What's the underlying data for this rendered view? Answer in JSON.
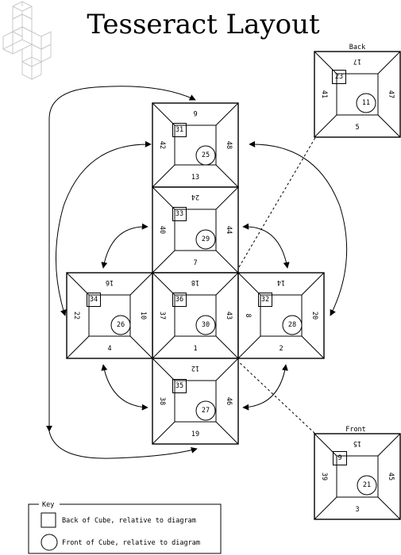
{
  "title": "Tesseract Layout",
  "labels": {
    "back": "Back",
    "front": "Front"
  },
  "cells": [
    {
      "id": "top",
      "top": "6",
      "bottom": "13",
      "left": "42",
      "right": "48",
      "sq": "31",
      "ci": "25"
    },
    {
      "id": "upper",
      "top": "24",
      "bottom": "7",
      "left": "40",
      "right": "44",
      "sq": "33",
      "ci": "29"
    },
    {
      "id": "center",
      "top": "18",
      "bottom": "1",
      "left": "37",
      "right": "43",
      "sq": "36",
      "ci": "30"
    },
    {
      "id": "left",
      "top": "16",
      "bottom": "4",
      "left": "22",
      "right": "10",
      "sq": "34",
      "ci": "26"
    },
    {
      "id": "right",
      "top": "14",
      "bottom": "2",
      "left": "8",
      "right": "20",
      "sq": "32",
      "ci": "28"
    },
    {
      "id": "lower",
      "top": "12",
      "bottom": "19",
      "left": "38",
      "right": "46",
      "sq": "35",
      "ci": "27"
    },
    {
      "id": "back",
      "top": "17",
      "bottom": "5",
      "left": "41",
      "right": "47",
      "sq": "23",
      "ci": "11"
    },
    {
      "id": "front",
      "top": "15",
      "bottom": "3",
      "left": "39",
      "right": "45",
      "sq": "9",
      "ci": "21"
    }
  ],
  "key": {
    "title": "Key",
    "square_text": "Back of Cube, relative to diagram",
    "circle_text": "Front of Cube, relative to diagram"
  }
}
